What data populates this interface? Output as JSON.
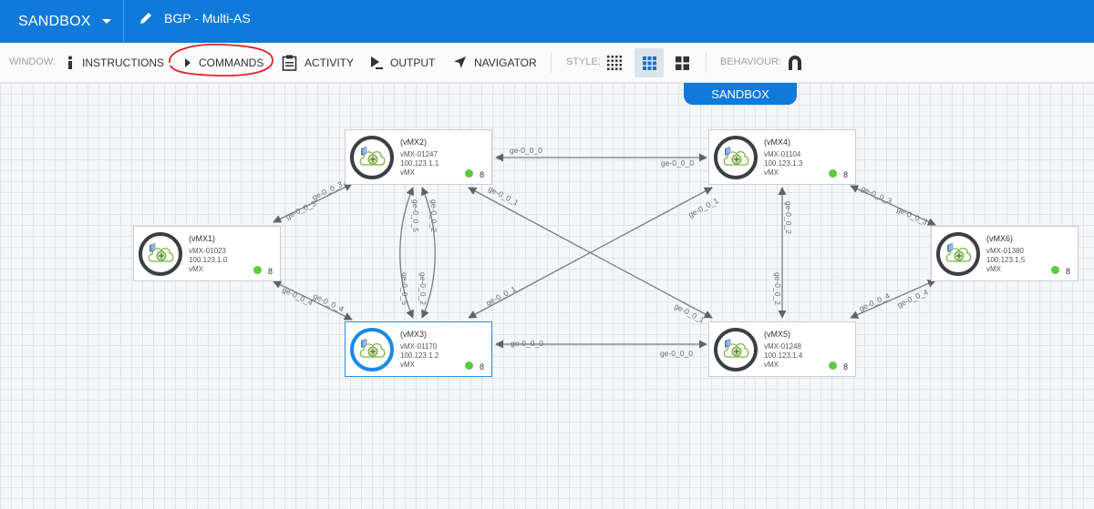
{
  "header": {
    "project": "SANDBOX",
    "title": "BGP - Multi-AS",
    "color": "#0f7ad9"
  },
  "toolbar": {
    "window_label": "WINDOW:",
    "instructions": "INSTRUCTIONS",
    "commands": "COMMANDS",
    "activity": "ACTIVITY",
    "output": "OUTPUT",
    "navigator": "NAVIGATOR",
    "style_label": "STYLE:",
    "behaviour_label": "BEHAVIOUR:",
    "active_style": "grid-medium"
  },
  "canvas": {
    "sandbox_tab": "SANDBOX"
  },
  "nodes": [
    {
      "name": "(vMX1)",
      "id": "vMX-01023",
      "ip": "100.123.1.0",
      "type": "vMX",
      "count": "8",
      "status_color": "#5cc93f"
    },
    {
      "name": "(vMX2)",
      "id": "vMX-01247",
      "ip": "100.123.1.1",
      "type": "vMX",
      "count": "8",
      "status_color": "#5cc93f"
    },
    {
      "name": "(vMX3)",
      "id": "vMX-01170",
      "ip": "100.123.1.2",
      "type": "vMX",
      "count": "8",
      "status_color": "#5cc93f",
      "selected": true
    },
    {
      "name": "(vMX4)",
      "id": "vMX-01104",
      "ip": "100.123.1.3",
      "type": "vMX",
      "count": "8",
      "status_color": "#5cc93f"
    },
    {
      "name": "(vMX5)",
      "id": "vMX-01248",
      "ip": "100.123.1.4",
      "type": "vMX",
      "count": "8",
      "status_color": "#5cc93f"
    },
    {
      "name": "(vMX6)",
      "id": "vMX-01380",
      "ip": "100.123.1.5",
      "type": "vMX",
      "count": "8",
      "status_color": "#5cc93f"
    }
  ],
  "links": {
    "l1": "ge-0_0_0",
    "l2": "ge-0_0_0",
    "l3": "ge-0_0_0",
    "l4": "ge-0_0_0",
    "l5": "ge-0_0_3",
    "l6": "ge-0_0_3",
    "l7": "ge-0_0_4",
    "l8": "ge-0_0_4",
    "l9": "ge-0_0_3",
    "l10": "ge-0_0_3",
    "l11": "ge-0_0_4",
    "l12": "ge-0_0_4",
    "l13": "ge-0_0_5",
    "l14": "ge-0_0_5",
    "l15": "ge-0_0_2",
    "l16": "ge-0_0_2",
    "l17": "ge-0_0_2",
    "l18": "ge-0_0_2",
    "l19": "ge-0_0_1",
    "l20": "ge-0_0_1",
    "l21": "ge-0_0_1",
    "l22": "ge-0_0_1"
  }
}
